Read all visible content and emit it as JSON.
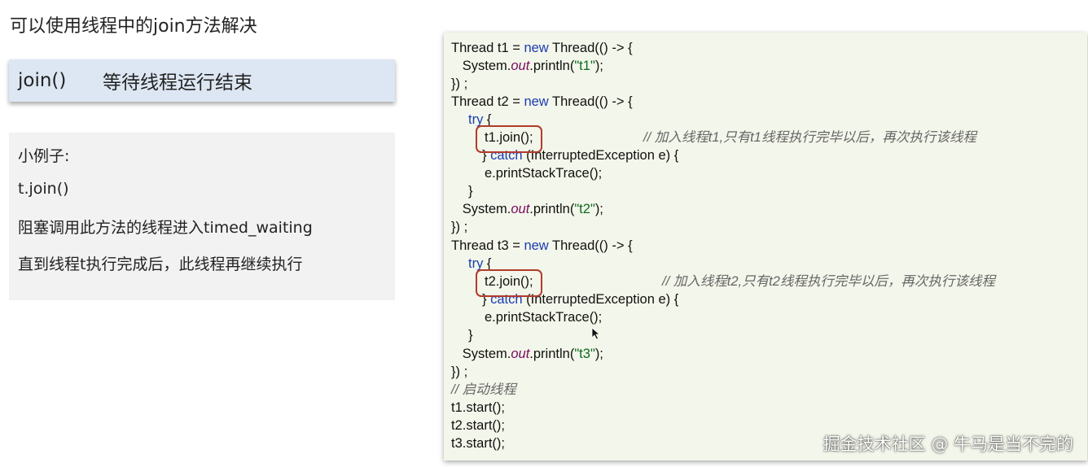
{
  "title": "可以使用线程中的join方法解决",
  "method": {
    "name": "join()",
    "desc": "等待线程运行结束"
  },
  "example": [
    "小例子:",
    "t.join()",
    "阻塞调用此方法的线程进入timed_waiting",
    "直到线程t执行完成后，此线程再继续执行"
  ],
  "code": {
    "l1": {
      "a": "Thread t1 = ",
      "kw": "new",
      "b": " Thread(() -> {"
    },
    "l2": {
      "a": "   System.",
      "it": "out",
      "b": ".println(",
      "str": "\"t1\"",
      "c": ");"
    },
    "l3": "}) ;",
    "l4": {
      "a": "Thread t2 = ",
      "kw": "new",
      "b": " Thread(() -> {"
    },
    "l5": {
      "kw": "try",
      "b": " {"
    },
    "l6": {
      "code": "t1.join();",
      "cmt": "// 加入线程t1,只有t1线程执行完毕以后，再次执行该线程"
    },
    "l7": {
      "a": "} ",
      "kw": "catch",
      "b": " (InterruptedException e) {"
    },
    "l8": "e.printStackTrace();",
    "l9": "}",
    "l10": {
      "a": "   System.",
      "it": "out",
      "b": ".println(",
      "str": "\"t2\"",
      "c": ");"
    },
    "l11": "}) ;",
    "l12": {
      "a": "Thread t3 = ",
      "kw": "new",
      "b": " Thread(() -> {"
    },
    "l13": {
      "kw": "try",
      "b": " {"
    },
    "l14": {
      "code": "t2.join();",
      "cmt": "// 加入线程t2,只有t2线程执行完毕以后，再次执行该线程"
    },
    "l15": {
      "a": "} ",
      "kw": "catch",
      "b": " (InterruptedException e) {"
    },
    "l16": "e.printStackTrace();",
    "l17": "}",
    "l18": {
      "a": "   System.",
      "it": "out",
      "b": ".println(",
      "str": "\"t3\"",
      "c": ");"
    },
    "l19": "}) ;",
    "l20": "// 启动线程",
    "l21": "t1.start();",
    "l22": "t2.start();",
    "l23": "t3.start();"
  },
  "watermark": "掘金技术社区 @ 牛马是当不完的",
  "colors": {
    "keyword": "#1b3cb4",
    "field": "#7a0b5e",
    "string": "#0b6b1e",
    "highlight": "#b23b2a",
    "code_bg": "#f3f6ea",
    "method_bg": "#dde7f3"
  }
}
